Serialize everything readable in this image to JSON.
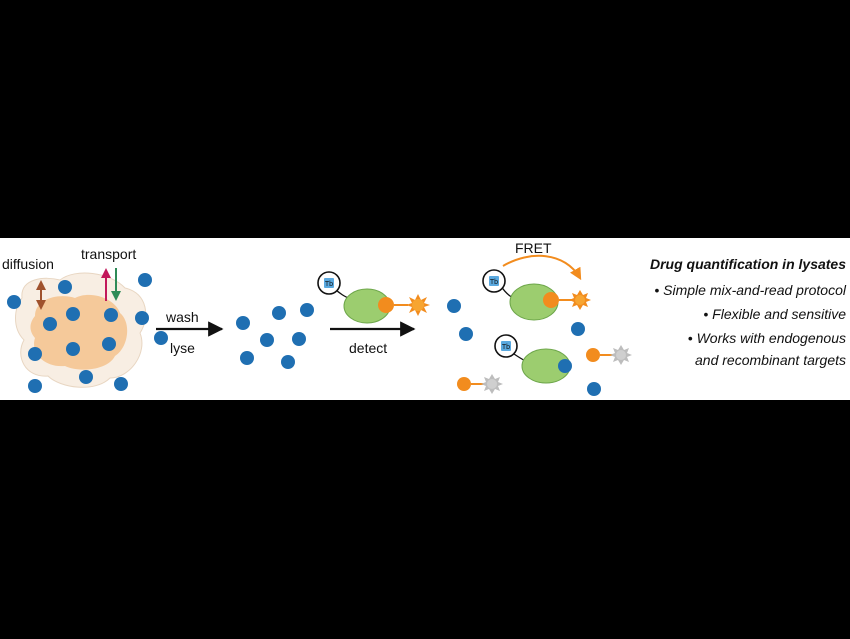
{
  "labels": {
    "diffusion": "diffusion",
    "transport": "transport",
    "wash": "wash",
    "lyse": "lyse",
    "detect": "detect",
    "fret": "FRET",
    "tb": "Tb"
  },
  "notes": {
    "heading": "Drug quantification in lysates",
    "bullets": [
      "• Simple mix-and-read protocol",
      "• Flexible and sensitive",
      "• Works with endogenous",
      "and recombinant targets"
    ]
  },
  "colors": {
    "drug": "#1f6fb2",
    "cell": "#f5c99a",
    "cell_membrane": "#f8eee3",
    "protein": "#9ccd6f",
    "tracer": "#f28c1e",
    "tracer_dim": "#bdbdbd",
    "antibody": "#5aa9e0",
    "diffusion_arrow": "#a0522d",
    "transport_in": "#c2185b",
    "transport_out": "#2e8b57"
  }
}
